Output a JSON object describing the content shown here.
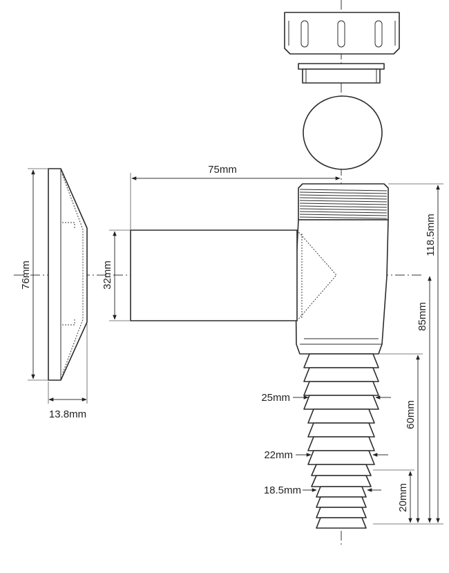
{
  "dimensions": {
    "cap_height": "76mm",
    "cap_thickness": "13.8mm",
    "pipe_diameter": "32mm",
    "pipe_length": "75mm",
    "total_height": "118.5mm",
    "axis_to_bottom": "85mm",
    "spigot_length": "60mm",
    "tip_length": "20mm",
    "spigot_25": "25mm",
    "spigot_22": "22mm",
    "spigot_18": "18.5mm"
  },
  "colors": {
    "line": "#2b2b2b",
    "fill": "#ffffff"
  }
}
